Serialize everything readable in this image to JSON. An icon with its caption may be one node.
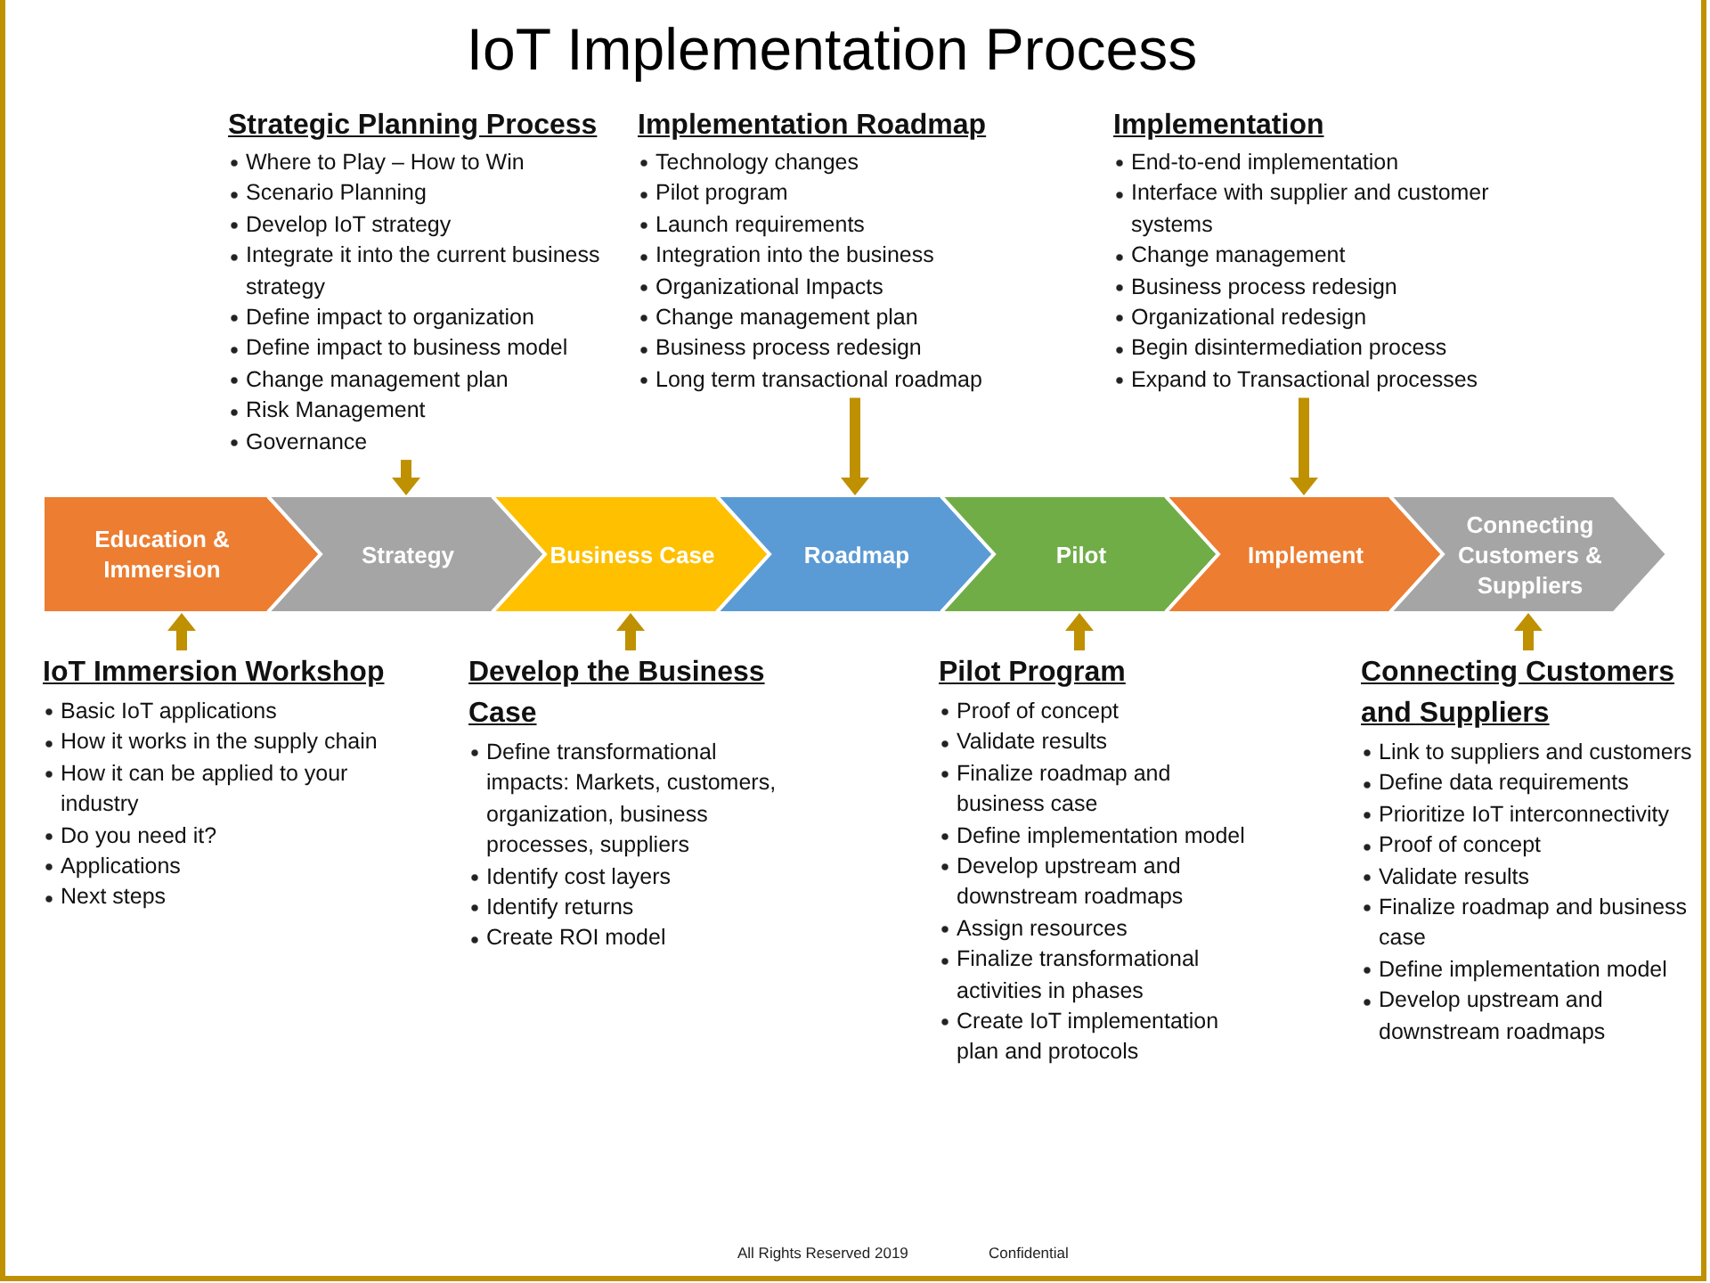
{
  "diagram": {
    "title": "IoT Implementation Process",
    "nodes": [
      {
        "text": [
          "Strategic Planning Process",
          "Where to Play – How to Win",
          "Scenario Planning",
          "Develop IoT strategy",
          "Integrate it into the current business strategy",
          "Define impact to organization",
          "Define impact to business model",
          "Change management plan",
          "Risk Management",
          "Governance"
        ]
      },
      {
        "text": [
          "Implementation Roadmap",
          "Technology changes",
          "Pilot program",
          "Launch requirements",
          "Integration into the business",
          "Organizational Impacts",
          "Change management plan",
          "Business process redesign",
          "Long term transactional roadmap"
        ]
      },
      {
        "text": [
          "Implementation",
          "End-to-end implementation",
          "Interface with supplier and customer systems",
          "Change management",
          "Business process redesign",
          "Organizational redesign",
          "Begin disintermediation process",
          "Expand to Transactional processes"
        ]
      },
      {
        "text": [
          "Education & Immersion"
        ]
      },
      {
        "text": [
          "Strategy"
        ]
      },
      {
        "text": [
          "Business Case"
        ]
      },
      {
        "text": [
          "Roadmap"
        ]
      },
      {
        "text": [
          "Pilot"
        ]
      },
      {
        "text": [
          "Implement"
        ]
      },
      {
        "text": [
          "Connecting Customers & Suppliers"
        ]
      },
      {
        "text": [
          "IoT Immersion Workshop",
          "Basic IoT applications",
          "How it works in the supply chain",
          "How it can be applied to your industry",
          "Do you need it?",
          "Applications",
          "Next steps"
        ]
      },
      {
        "text": [
          "Develop the Business Case",
          "Define transformational impacts: Markets, customers, organization, business processes, suppliers",
          "Identify cost layers",
          "Identify returns",
          "Create ROI model"
        ]
      },
      {
        "text": [
          "Pilot Program",
          "Proof of concept",
          "Validate results",
          "Finalize roadmap and business case",
          "Define implementation model",
          "Develop upstream and downstream roadmaps",
          "Assign resources",
          "Finalize transformational activities in phases",
          "Create IoT implementation plan and protocols"
        ]
      },
      {
        "text": [
          "Connecting Customers and Suppliers",
          "Link to suppliers and customers",
          "Define data requirements",
          "Prioritize IoT interconnectivity",
          "Proof of concept",
          "Validate results",
          "Finalize roadmap and business case",
          "Define implementation model",
          "Develop upstream and downstream roadmaps"
        ]
      }
    ],
    "edges": [
      {
        "from": 0,
        "to": 4,
        "arrow": "to"
      },
      {
        "from": 1,
        "to": 6,
        "arrow": "to"
      },
      {
        "from": 2,
        "to": 8,
        "arrow": "to"
      },
      {
        "from": 10,
        "to": 3,
        "arrow": "to"
      },
      {
        "from": 11,
        "to": 5,
        "arrow": "to"
      },
      {
        "from": 12,
        "to": 7,
        "arrow": "to"
      },
      {
        "from": 13,
        "to": 9,
        "arrow": "to"
      }
    ],
    "labels": [
      "All Rights Reserved 2019",
      "Confidential"
    ]
  }
}
